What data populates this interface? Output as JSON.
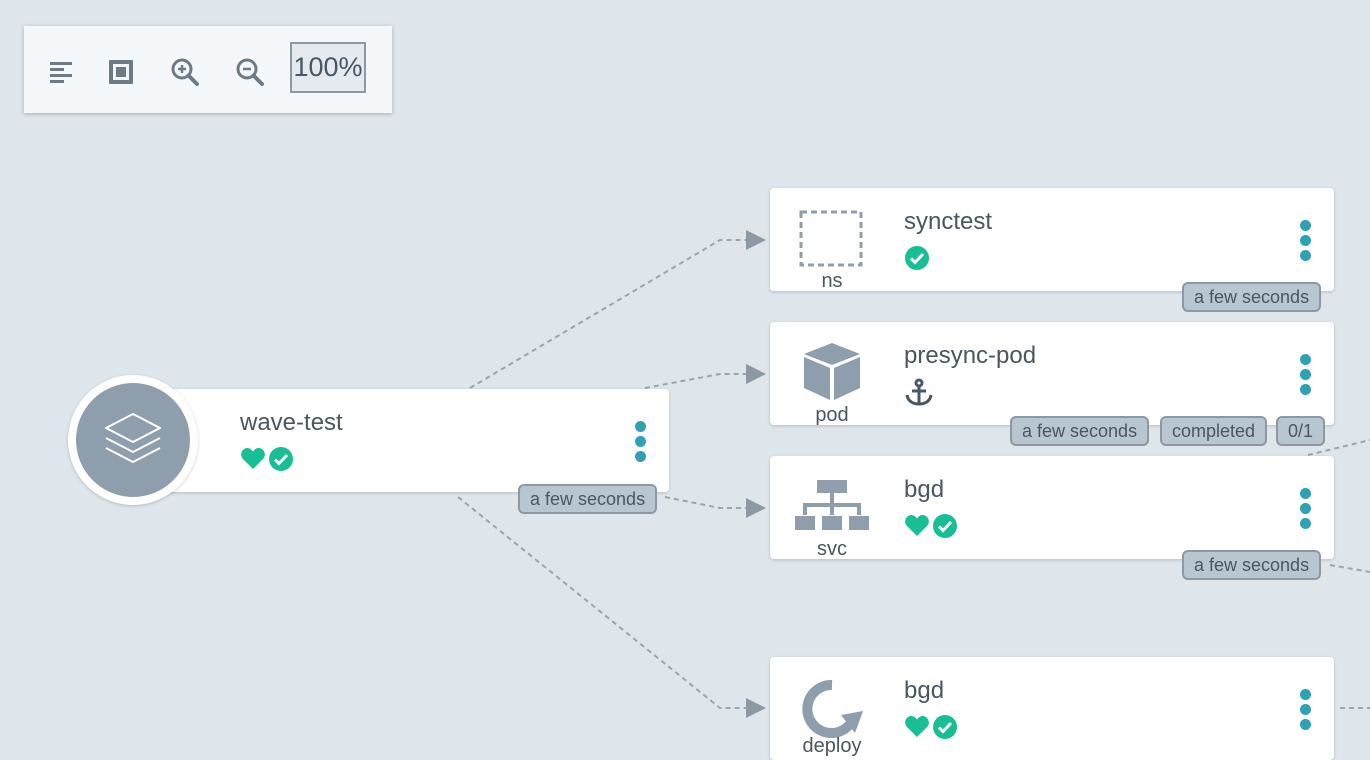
{
  "toolbar": {
    "zoom_label": "100%"
  },
  "colors": {
    "background": "#dee6eb",
    "accent": "#2ea1b5",
    "healthy": "#18be94",
    "synced": "#18be94",
    "icon_gray": "#8f9eac"
  },
  "app": {
    "name": "wave-test",
    "icon": "layers-icon",
    "status_icons": [
      "healthy-heart-icon",
      "synced-check-icon"
    ],
    "age": "a few seconds"
  },
  "resources": [
    {
      "kind": "ns",
      "icon": "namespace-icon",
      "name": "synctest",
      "status_icons": [
        "synced-check-icon"
      ],
      "tags": [
        "a few seconds"
      ]
    },
    {
      "kind": "pod",
      "icon": "pod-cube-icon",
      "name": "presync-pod",
      "status_icons": [
        "hook-anchor-icon"
      ],
      "tags": [
        "a few seconds",
        "completed",
        "0/1"
      ]
    },
    {
      "kind": "svc",
      "icon": "service-icon",
      "name": "bgd",
      "status_icons": [
        "healthy-heart-icon",
        "synced-check-icon"
      ],
      "tags": [
        "a few seconds"
      ]
    },
    {
      "kind": "deploy",
      "icon": "deployment-icon",
      "name": "bgd",
      "status_icons": [
        "healthy-heart-icon",
        "synced-check-icon"
      ],
      "tags": []
    }
  ]
}
